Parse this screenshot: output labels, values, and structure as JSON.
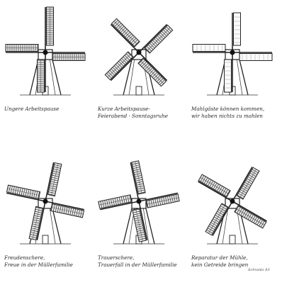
{
  "panels": [
    {
      "id": "p1",
      "caption": [
        "Ungere Arbeitspause"
      ],
      "sail_angle": 0,
      "long_arm": "up"
    },
    {
      "id": "p2",
      "caption": [
        "Kurze Arbeitspause-",
        "Feierabend · Sonntagsruhe"
      ],
      "sail_angle": 45
    },
    {
      "id": "p3",
      "caption": [
        "Mahlgäste können kommen,",
        "wir haben nichts zu mahlen"
      ],
      "sail_angle": 0,
      "style": "outline"
    },
    {
      "id": "p4",
      "caption": [
        "Freudenschere,",
        "Freue in der Müllerfamilie"
      ],
      "sail_angle": 12
    },
    {
      "id": "p5",
      "caption": [
        "Trauerschere,",
        "Trauerfall in der Müllerfamilie"
      ],
      "sail_angle": -12
    },
    {
      "id": "p6",
      "caption": [
        "Reparatur der Mühle,",
        "kein Getreide bringen"
      ],
      "sail_angle": 30
    }
  ],
  "signature": "Schrantz 83"
}
